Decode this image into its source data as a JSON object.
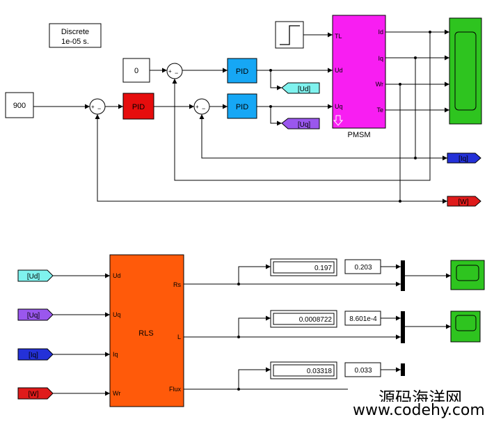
{
  "colors": {
    "background": "#ffffff",
    "pmsm": "#f81ef2",
    "pid_blue": "#16a7f5",
    "pid_red": "#e60d0d",
    "rls": "#ff5a0a",
    "scope_green": "#2ec41f",
    "goto_cyan": "#7ff2ee",
    "goto_purple": "#9a57ee",
    "goto_blue": "#2431d8",
    "goto_red": "#df1b1b"
  },
  "solver": {
    "line1": "Discrete",
    "line2": "1e-05 s."
  },
  "constants": {
    "speed_ref": "900",
    "id_ref": "0"
  },
  "sum_signs": {
    "plus": "+",
    "minus": "−"
  },
  "pid": {
    "label": "PID"
  },
  "pmsm": {
    "name": "PMSM",
    "in_tl": "TL",
    "in_ud": "Ud",
    "in_uq": "Uq",
    "out_id": "Id",
    "out_iq": "Iq",
    "out_wr": "Wr",
    "out_te": "Te"
  },
  "tags": {
    "ud": "[Ud]",
    "uq": "[Uq]",
    "iq": "[Iq]",
    "w": "[W]"
  },
  "rls": {
    "name": "RLS",
    "in_ud": "Ud",
    "in_uq": "Uq",
    "in_iq": "Iq",
    "in_wr": "Wr",
    "out_rs": "Rs",
    "out_l": "L",
    "out_flux": "Flux"
  },
  "displays": {
    "rs": "0.197",
    "l": "0.0008722",
    "flux": "0.03318"
  },
  "constants_ref": {
    "rs": "0.203",
    "l": "8.601e-4",
    "flux": "0.033"
  },
  "watermark": {
    "line1": "源码海洋网",
    "line2": "www.codehy.com"
  }
}
